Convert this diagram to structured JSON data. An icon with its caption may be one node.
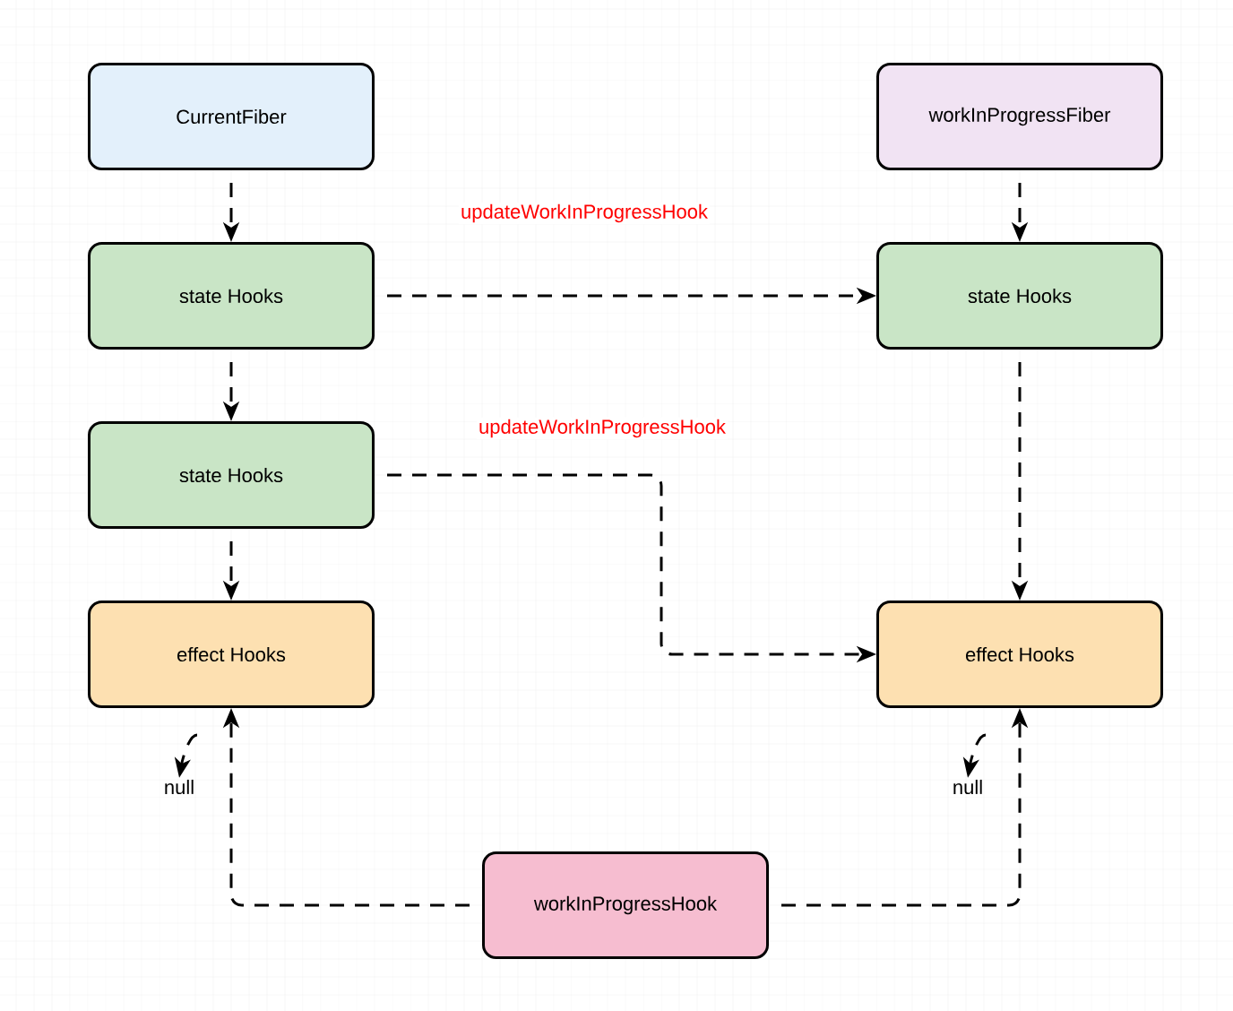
{
  "diagram": {
    "nodes": [
      {
        "text": [
          "CurrentFiber"
        ]
      },
      {
        "text": [
          "workInProgressFiber"
        ]
      },
      {
        "text": [
          "state Hooks"
        ]
      },
      {
        "text": [
          "state Hooks"
        ]
      },
      {
        "text": [
          "state Hooks"
        ]
      },
      {
        "text": [
          "effect Hooks"
        ]
      },
      {
        "text": [
          "effect Hooks"
        ]
      },
      {
        "text": [
          "workInProgressHook"
        ]
      },
      {
        "text": [
          "null"
        ]
      },
      {
        "text": [
          "null"
        ]
      }
    ],
    "edges": [
      {
        "from": 0,
        "to": 2,
        "arrow": "to",
        "style": "dashed"
      },
      {
        "from": 2,
        "to": 4,
        "arrow": "to",
        "style": "dashed"
      },
      {
        "from": 4,
        "to": 5,
        "arrow": "to",
        "style": "dashed"
      },
      {
        "from": 1,
        "to": 3,
        "arrow": "to",
        "style": "dashed"
      },
      {
        "from": 3,
        "to": 6,
        "arrow": "to",
        "style": "dashed"
      },
      {
        "from": 2,
        "to": 3,
        "arrow": "to",
        "style": "dashed",
        "label": "updateWorkInProgressHook"
      },
      {
        "from": 4,
        "to": 6,
        "arrow": "to",
        "style": "dashed",
        "label": "updateWorkInProgressHook"
      },
      {
        "from": 7,
        "to": 5,
        "arrow": "to",
        "style": "dashed"
      },
      {
        "from": 7,
        "to": 6,
        "arrow": "to",
        "style": "dashed"
      },
      {
        "from": 5,
        "to": 8,
        "arrow": "to",
        "style": "dashed"
      },
      {
        "from": 6,
        "to": 9,
        "arrow": "to",
        "style": "dashed"
      }
    ]
  }
}
